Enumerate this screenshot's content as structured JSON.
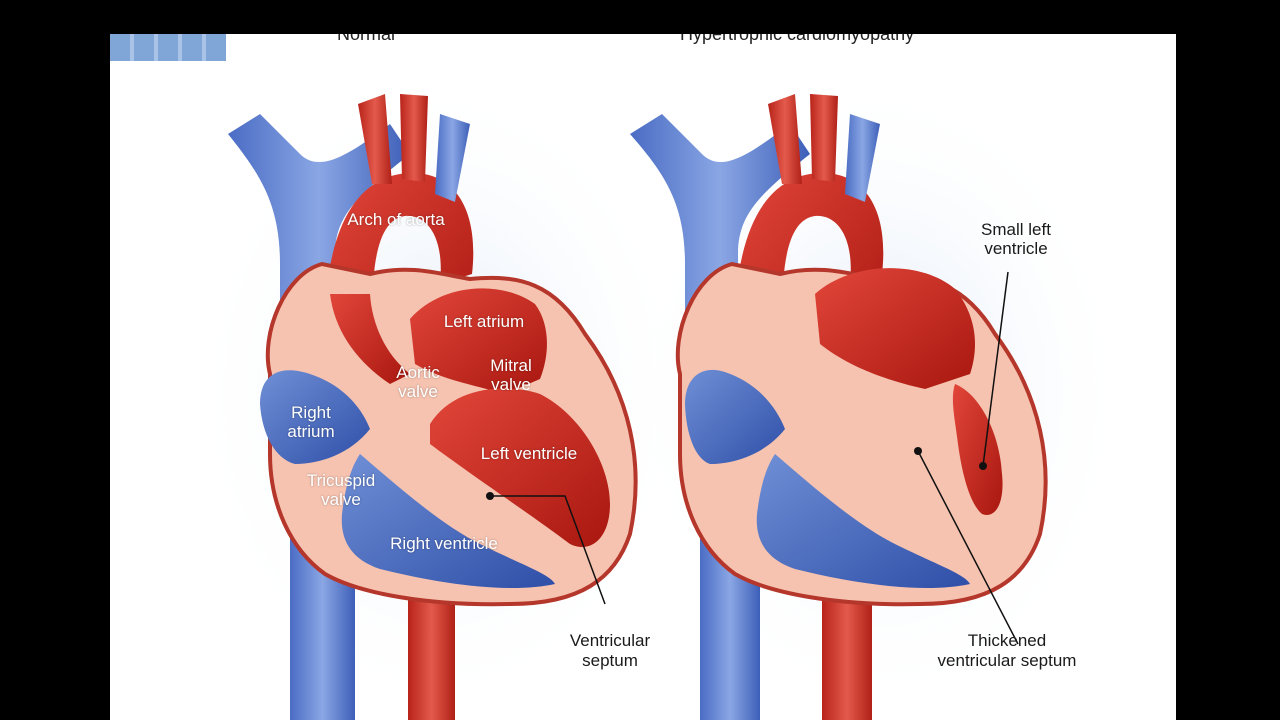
{
  "titles": {
    "normal": "Normal",
    "hcm": "Hypertrophic cardiomyopathy"
  },
  "normal_labels": {
    "arch_of_aorta": "Arch of aorta",
    "left_atrium": "Left atrium",
    "aortic_valve_1": "Aortic",
    "aortic_valve_2": "valve",
    "mitral_valve_1": "Mitral",
    "mitral_valve_2": "valve",
    "right_atrium_1": "Right",
    "right_atrium_2": "atrium",
    "left_ventricle": "Left ventricle",
    "tricuspid_valve_1": "Tricuspid",
    "tricuspid_valve_2": "valve",
    "right_ventricle": "Right ventricle",
    "ventricular_septum_1": "Ventricular",
    "ventricular_septum_2": "septum"
  },
  "hcm_labels": {
    "small_left_ventricle_1": "Small left",
    "small_left_ventricle_2": "ventricle",
    "thickened_septum_1": "Thickened",
    "thickened_septum_2": "ventricular septum"
  },
  "colors": {
    "background": "#000000",
    "slide": "#ffffff",
    "oxygenated": "#c8261a",
    "deoxygenated": "#3d5fb8",
    "myocardium": "#f6c3b0",
    "deco_bar": "#7fa6d6"
  }
}
